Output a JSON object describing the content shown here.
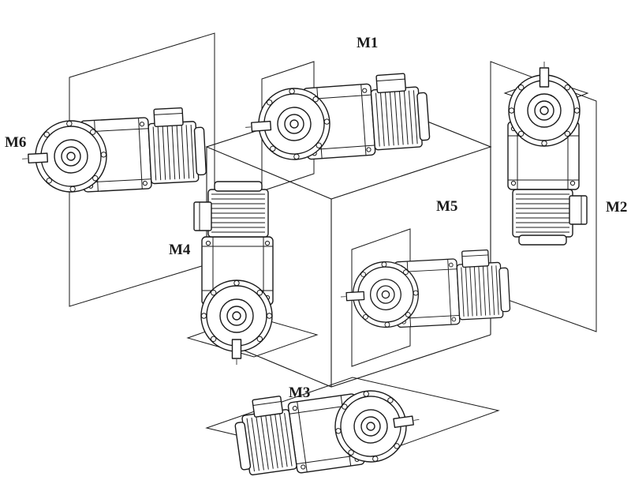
{
  "figures": [
    {
      "label": "M1"
    },
    {
      "label": "M2"
    },
    {
      "label": "M3"
    },
    {
      "label": "M4"
    },
    {
      "label": "M5"
    },
    {
      "label": "M6"
    }
  ],
  "colors": {
    "line": "#1a1a1a",
    "background": "#ffffff"
  }
}
